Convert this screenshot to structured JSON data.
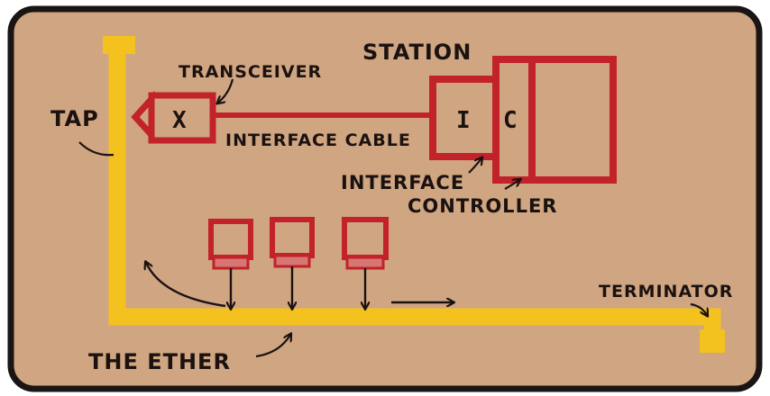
{
  "colors": {
    "board": "#cfa582",
    "border": "#1a1514",
    "ether": "#f4c21f",
    "station": "#c2222a",
    "ink": "#1b1210"
  },
  "labels": {
    "station": "STATION",
    "transceiver": "TRANSCEIVER",
    "tap": "TAP",
    "transceiver_box": "X",
    "interface_box": "I",
    "controller_box": "C",
    "interface_cable": "INTERFACE CABLE",
    "interface": "INTERFACE",
    "controller": "CONTROLLER",
    "terminator": "TERMINATOR",
    "ether": "THE ETHER"
  }
}
